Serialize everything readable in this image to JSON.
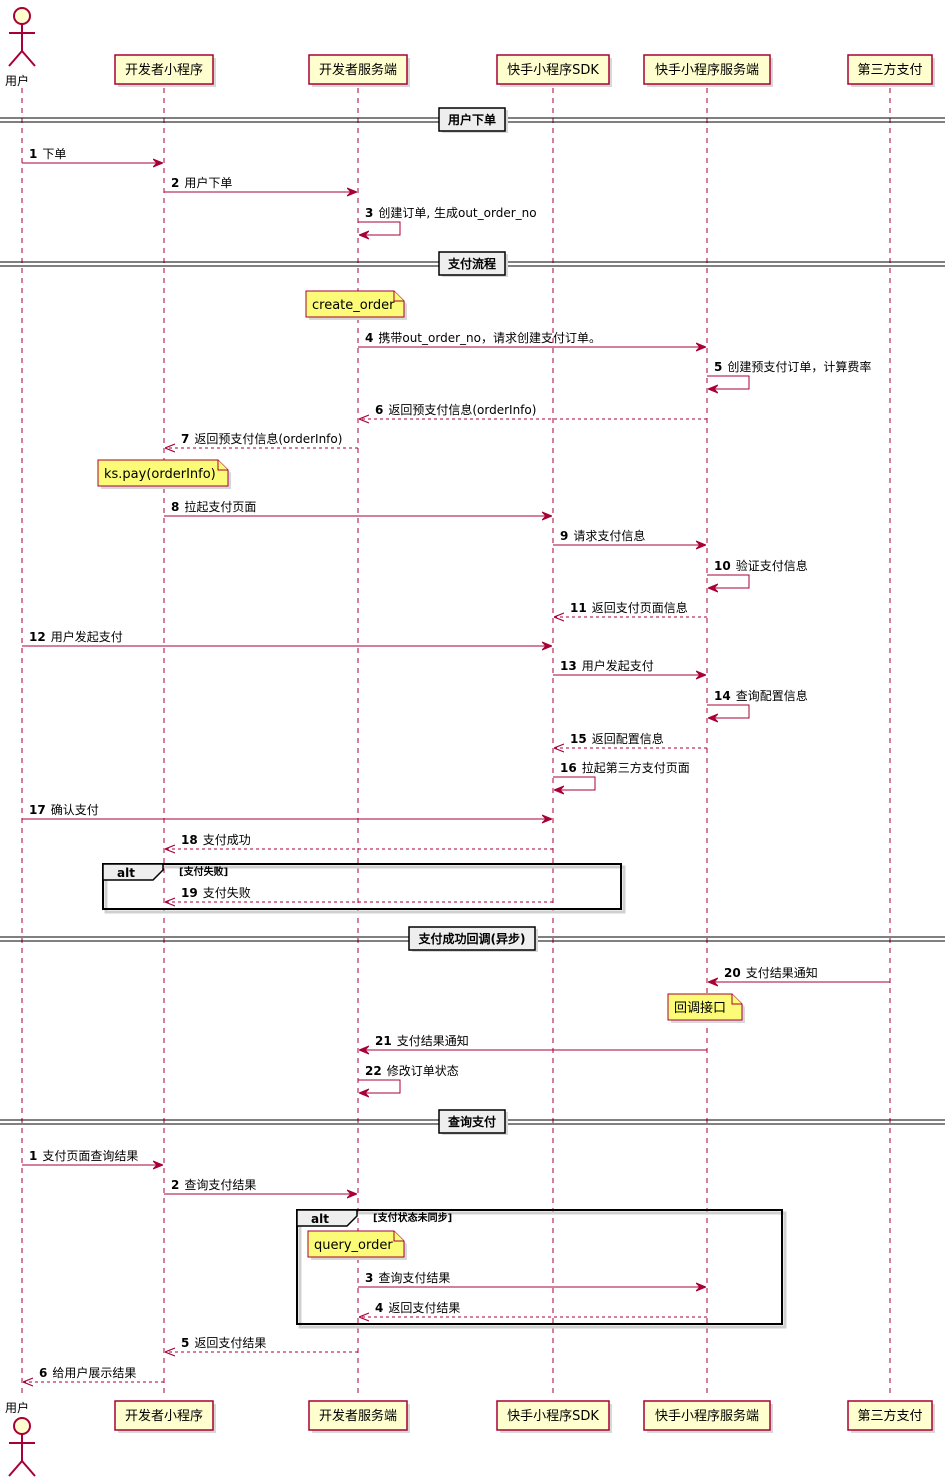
{
  "participants": [
    {
      "id": "user",
      "label": "用户",
      "kind": "actor"
    },
    {
      "id": "dev_mp",
      "label": "开发者小程序",
      "kind": "participant"
    },
    {
      "id": "dev_srv",
      "label": "开发者服务端",
      "kind": "participant"
    },
    {
      "id": "ks_sdk",
      "label": "快手小程序SDK",
      "kind": "participant"
    },
    {
      "id": "ks_srv",
      "label": "快手小程序服务端",
      "kind": "participant"
    },
    {
      "id": "third",
      "label": "第三方支付",
      "kind": "participant"
    }
  ],
  "sections": [
    {
      "label": "用户下单"
    },
    {
      "label": "支付流程"
    },
    {
      "label": "支付成功回调(异步)"
    },
    {
      "label": "查询支付"
    }
  ],
  "notes": [
    {
      "label": "create_order"
    },
    {
      "label": "ks.pay(orderInfo)"
    },
    {
      "label": "回调接口"
    },
    {
      "label": "query_order"
    }
  ],
  "alts": [
    {
      "keyword": "alt",
      "condition": "[支付失败]"
    },
    {
      "keyword": "alt",
      "condition": "[支付状态未同步]"
    }
  ],
  "messages": [
    {
      "num": "1",
      "text": "下单",
      "from": "user",
      "to": "dev_mp",
      "style": "solid"
    },
    {
      "num": "2",
      "text": "用户下单",
      "from": "dev_mp",
      "to": "dev_srv",
      "style": "solid"
    },
    {
      "num": "3",
      "text": "创建订单, 生成out_order_no",
      "from": "dev_srv",
      "to": "dev_srv",
      "style": "solid"
    },
    {
      "num": "4",
      "text": "携带out_order_no，请求创建支付订单。",
      "from": "dev_srv",
      "to": "ks_srv",
      "style": "solid"
    },
    {
      "num": "5",
      "text": "创建预支付订单，计算费率",
      "from": "ks_srv",
      "to": "ks_srv",
      "style": "solid"
    },
    {
      "num": "6",
      "text": "返回预支付信息(orderInfo)",
      "from": "ks_srv",
      "to": "dev_srv",
      "style": "dashed"
    },
    {
      "num": "7",
      "text": "返回预支付信息(orderInfo)",
      "from": "dev_srv",
      "to": "dev_mp",
      "style": "dashed"
    },
    {
      "num": "8",
      "text": "拉起支付页面",
      "from": "dev_mp",
      "to": "ks_sdk",
      "style": "solid"
    },
    {
      "num": "9",
      "text": "请求支付信息",
      "from": "ks_sdk",
      "to": "ks_srv",
      "style": "solid"
    },
    {
      "num": "10",
      "text": "验证支付信息",
      "from": "ks_srv",
      "to": "ks_srv",
      "style": "solid"
    },
    {
      "num": "11",
      "text": "返回支付页面信息",
      "from": "ks_srv",
      "to": "ks_sdk",
      "style": "dashed"
    },
    {
      "num": "12",
      "text": "用户发起支付",
      "from": "user",
      "to": "ks_sdk",
      "style": "solid"
    },
    {
      "num": "13",
      "text": "用户发起支付",
      "from": "ks_sdk",
      "to": "ks_srv",
      "style": "solid"
    },
    {
      "num": "14",
      "text": "查询配置信息",
      "from": "ks_srv",
      "to": "ks_srv",
      "style": "solid"
    },
    {
      "num": "15",
      "text": "返回配置信息",
      "from": "ks_srv",
      "to": "ks_sdk",
      "style": "dashed"
    },
    {
      "num": "16",
      "text": "拉起第三方支付页面",
      "from": "ks_sdk",
      "to": "ks_sdk",
      "style": "solid"
    },
    {
      "num": "17",
      "text": "确认支付",
      "from": "user",
      "to": "ks_sdk",
      "style": "solid"
    },
    {
      "num": "18",
      "text": "支付成功",
      "from": "ks_sdk",
      "to": "dev_mp",
      "style": "dashed"
    },
    {
      "num": "19",
      "text": "支付失败",
      "from": "ks_sdk",
      "to": "dev_mp",
      "style": "dashed"
    },
    {
      "num": "20",
      "text": "支付结果通知",
      "from": "third",
      "to": "ks_srv",
      "style": "solid"
    },
    {
      "num": "21",
      "text": "支付结果通知",
      "from": "ks_srv",
      "to": "dev_srv",
      "style": "solid"
    },
    {
      "num": "22",
      "text": "修改订单状态",
      "from": "dev_srv",
      "to": "dev_srv",
      "style": "solid"
    },
    {
      "num": "1",
      "text": "支付页面查询结果",
      "from": "user",
      "to": "dev_mp",
      "style": "solid"
    },
    {
      "num": "2",
      "text": "查询支付结果",
      "from": "dev_mp",
      "to": "dev_srv",
      "style": "solid"
    },
    {
      "num": "3",
      "text": "查询支付结果",
      "from": "dev_srv",
      "to": "ks_srv",
      "style": "solid"
    },
    {
      "num": "4",
      "text": "返回支付结果",
      "from": "ks_srv",
      "to": "dev_srv",
      "style": "dashed"
    },
    {
      "num": "5",
      "text": "返回支付结果",
      "from": "dev_srv",
      "to": "dev_mp",
      "style": "dashed"
    },
    {
      "num": "6",
      "text": "给用户展示结果",
      "from": "dev_mp",
      "to": "user",
      "style": "dashed"
    }
  ]
}
